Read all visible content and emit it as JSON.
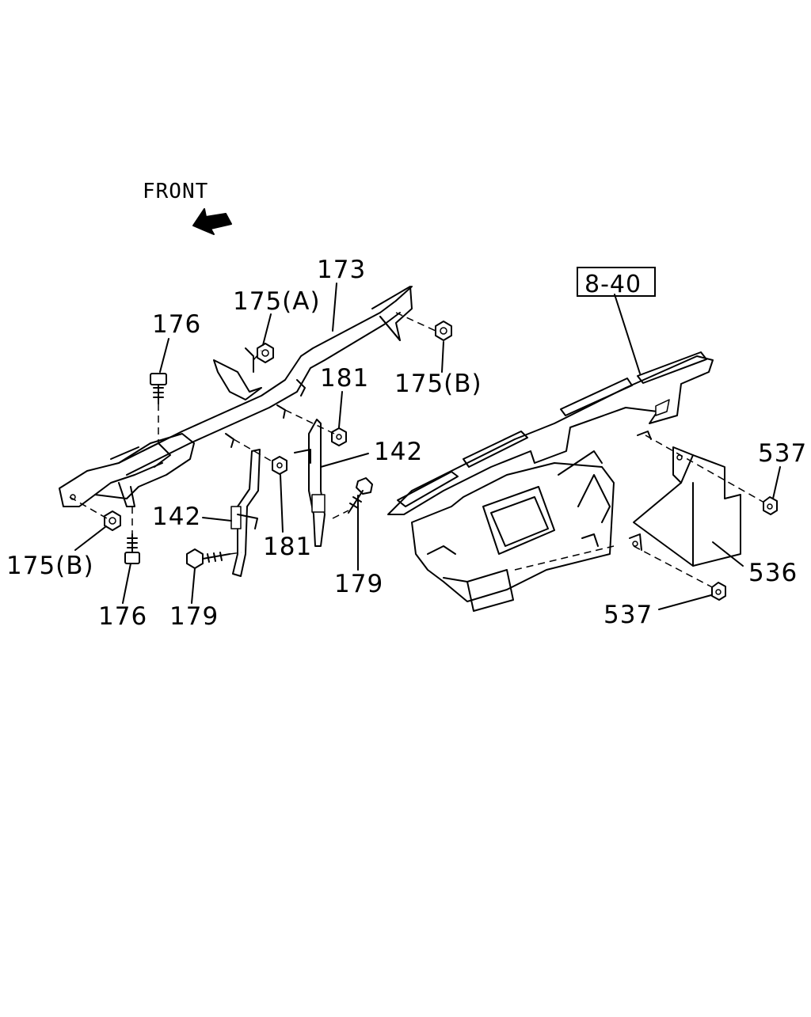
{
  "header": {
    "orientation_label": "FRONT"
  },
  "reference": {
    "section": "8-40"
  },
  "callouts": [
    {
      "id": "c173",
      "text": "173"
    },
    {
      "id": "c175a",
      "text": "175(A)"
    },
    {
      "id": "c176_top",
      "text": "176"
    },
    {
      "id": "c181_top",
      "text": "181"
    },
    {
      "id": "c175b_right",
      "text": "175(B)"
    },
    {
      "id": "c142_right",
      "text": "142"
    },
    {
      "id": "c142_left",
      "text": "142"
    },
    {
      "id": "c181_bottom",
      "text": "181"
    },
    {
      "id": "c175b_left",
      "text": "175(B)"
    },
    {
      "id": "c179_right",
      "text": "179"
    },
    {
      "id": "c176_bottom",
      "text": "176"
    },
    {
      "id": "c179_left",
      "text": "179"
    },
    {
      "id": "c537_top",
      "text": "537"
    },
    {
      "id": "c536",
      "text": "536"
    },
    {
      "id": "c537_bottom",
      "text": "537"
    }
  ],
  "icons": {
    "arrow": "front-arrow-icon"
  }
}
